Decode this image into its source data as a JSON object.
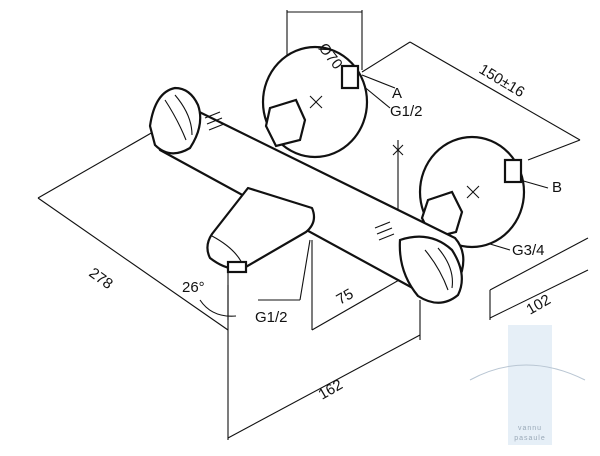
{
  "dimensions": {
    "d70": "Ø70",
    "d150": "150±16",
    "d278": "278",
    "d26": "26°",
    "d75": "75",
    "d162": "162",
    "d102": "102"
  },
  "threads": {
    "g12_top": "G1/2",
    "g12_bottom": "G1/2",
    "g34": "G3/4"
  },
  "callouts": {
    "a": "A",
    "b": "B"
  },
  "watermark": {
    "line1": "vannu",
    "line2": "pasaule"
  },
  "colors": {
    "ink": "#111111",
    "watermark": "#9aa9b8"
  }
}
